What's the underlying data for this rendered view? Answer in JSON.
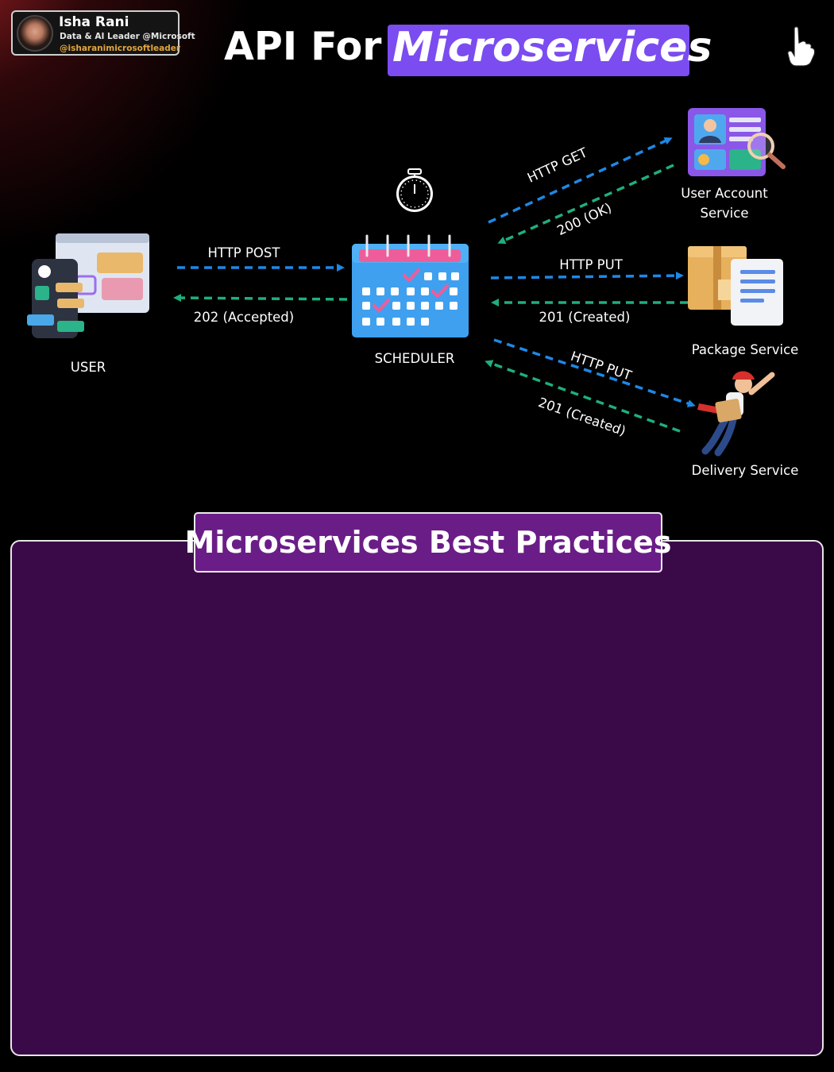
{
  "author": {
    "name": "Isha Rani",
    "role": "Data & AI Leader @Microsoft",
    "handle": "@isharanimicrosoftleader"
  },
  "title": {
    "prefix": "API For",
    "highlight": "Microservices"
  },
  "nodes": {
    "user": "USER",
    "scheduler": "SCHEDULER",
    "user_account": [
      "User Account",
      "Service"
    ],
    "package": "Package Service",
    "delivery": "Delivery Service"
  },
  "edges": {
    "user_request": "HTTP POST",
    "user_response": "202 (Accepted)",
    "account_request": "HTTP GET",
    "account_response": "200 (OK)",
    "package_request": "HTTP PUT",
    "package_response": "201 (Created)",
    "delivery_request": "HTTP PUT",
    "delivery_response": "201 (Created)"
  },
  "colors": {
    "request_arrow": "#1e88e5",
    "response_arrow": "#1fae7f",
    "title_highlight": "#7b4cf0",
    "panel_bg": "#3a0a48",
    "panel_title_bg": "#6a1d87"
  },
  "icons": [
    "pointing-hand-icon",
    "user-devices-icon",
    "stopwatch-icon",
    "calendar-icon",
    "user-profile-dashboard-icon",
    "package-box-icon",
    "delivery-man-icon"
  ],
  "practices": {
    "title": "Microservices Best Practices"
  }
}
